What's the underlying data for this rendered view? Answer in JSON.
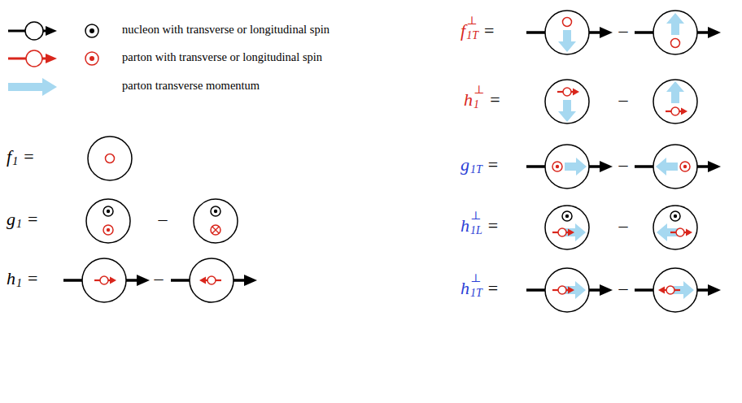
{
  "diagram": {
    "labels": [
      "f",
      "1",
      "=",
      "g",
      "1",
      "=",
      "–",
      "h",
      "1",
      "=",
      "–",
      "f",
      "1T",
      "⊥",
      "=",
      "–",
      "h",
      "1",
      "⊥",
      "=",
      "–",
      "g",
      "1T",
      "=",
      "–",
      "h",
      "1L",
      "⊥",
      "=",
      "–",
      "h",
      "1T",
      "⊥",
      "=",
      "–"
    ],
    "legend": [
      {
        "text": "nucleon with transverse or longitudinal spin"
      },
      {
        "text": "parton with transverse or longitudinal spin"
      },
      {
        "text": "parton transverse momentum"
      }
    ]
  }
}
